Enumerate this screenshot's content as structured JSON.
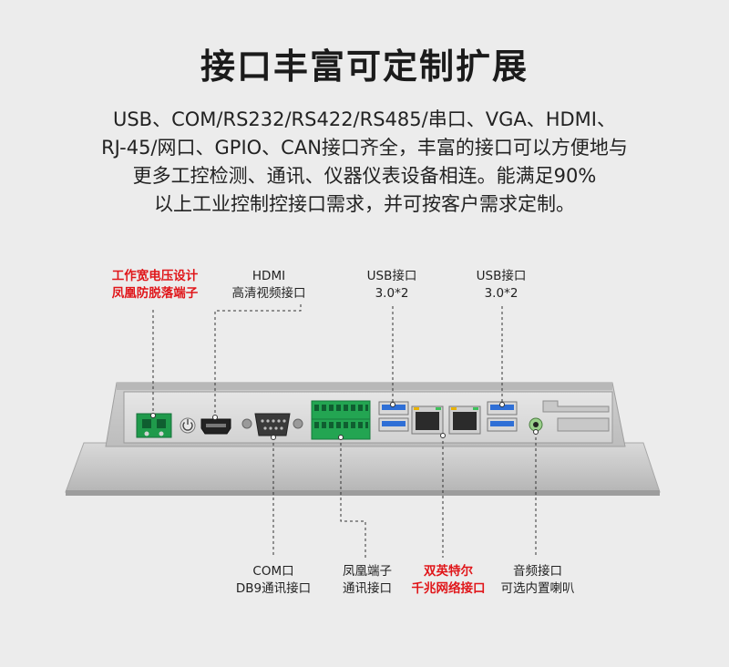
{
  "heading": "接口丰富可定制扩展",
  "description": [
    "USB、COM/RS232/RS422/RS485/串口、VGA、HDMI、",
    "RJ-45/网口、GPIO、CAN接口齐全，丰富的接口可以方便地与",
    "更多工控检测、通讯、仪器仪表设备相连。能满足90%",
    "以上工业控制控接口需求，并可按客户需求定制。"
  ],
  "callouts_top": {
    "power": [
      "工作宽电压设计",
      "凤凰防脱落端子"
    ],
    "hdmi": [
      "HDMI",
      "高清视频接口"
    ],
    "usb_a": [
      "USB接口",
      "3.0*2"
    ],
    "usb_b": [
      "USB接口",
      "3.0*2"
    ]
  },
  "callouts_bottom": {
    "com": [
      "COM口",
      "DB9通讯接口"
    ],
    "phoenix": [
      "凤凰端子",
      "通讯接口"
    ],
    "lan": [
      "双英特尔",
      "千兆网络接口"
    ],
    "audio": [
      "音频接口",
      "可选内置喇叭"
    ]
  },
  "colors": {
    "accent_red": "#e0161a",
    "text": "#222222",
    "terminal_green": "#1f9a4b",
    "usb_blue": "#2f6fd6"
  }
}
